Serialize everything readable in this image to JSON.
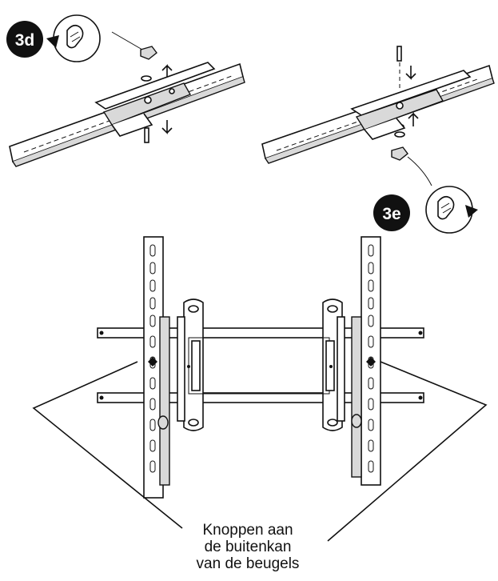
{
  "steps": {
    "left": {
      "badge": "3d"
    },
    "right": {
      "badge": "3e"
    }
  },
  "caption": {
    "line1": "Knoppen aan",
    "line2": "de buitenkan",
    "line3": "van de beugels"
  }
}
